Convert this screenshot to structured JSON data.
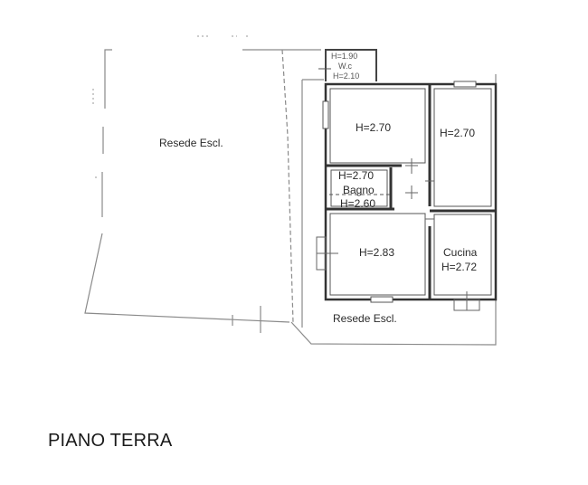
{
  "plan": {
    "title": "PIANO TERRA",
    "outdoor_left": "Resede Escl.",
    "outdoor_bottom": "Resede Escl.",
    "rooms": [
      {
        "id": "wc",
        "name": "W.c",
        "height_top": "H=1.90",
        "height_bottom": "H=2.10"
      },
      {
        "id": "room-top-left",
        "height": "H=2.70"
      },
      {
        "id": "room-top-right",
        "height": "H=2.70"
      },
      {
        "id": "bagno",
        "name": "Bagno",
        "height_top": "H=2.70",
        "height_bottom": "H=2.60"
      },
      {
        "id": "room-bottom-left",
        "height": "H=2.83"
      },
      {
        "id": "cucina",
        "name": "Cucina",
        "height": "H=2.72"
      }
    ]
  },
  "colors": {
    "wall": "#333333",
    "boundary": "#888888",
    "text": "#2a2a2a"
  }
}
